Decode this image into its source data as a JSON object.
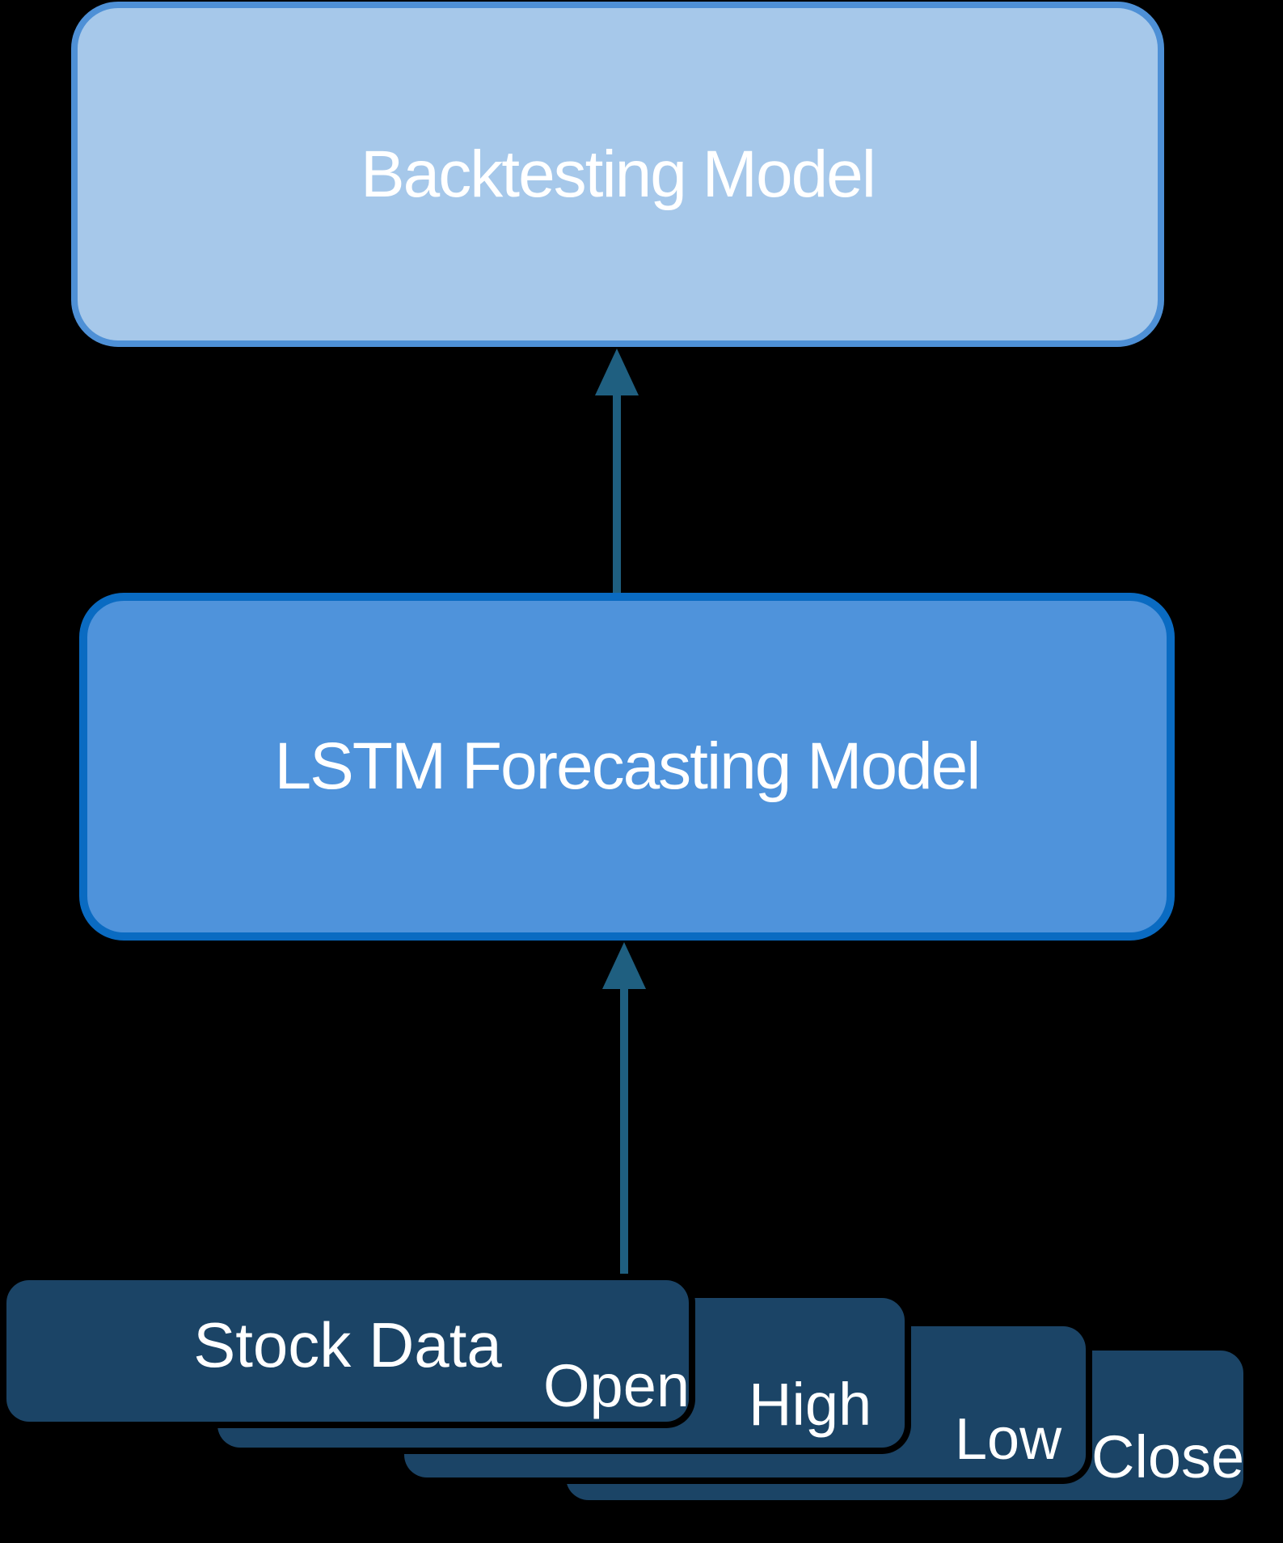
{
  "page": {
    "background": "#000000",
    "text_color": "#FFFFFF"
  },
  "flow": {
    "top_box": {
      "label": "Backtesting Model",
      "fill": "#A6C8EA",
      "border": "#4E90D6"
    },
    "middle_box": {
      "label": "LSTM Forecasting Model",
      "fill": "#4F93DB",
      "border": "#0A6BC2"
    },
    "arrows": [
      {
        "from": "stock-data-stack",
        "to": "lstm-forecasting-model",
        "direction": "up",
        "color": "#1F5F80"
      },
      {
        "from": "lstm-forecasting-model",
        "to": "backtesting-model",
        "direction": "up",
        "color": "#1F5F80"
      }
    ],
    "stack": {
      "title": "Stock Data",
      "fields": [
        "Open",
        "High",
        "Low",
        "Close"
      ],
      "card_fill": "#1B4466"
    }
  }
}
